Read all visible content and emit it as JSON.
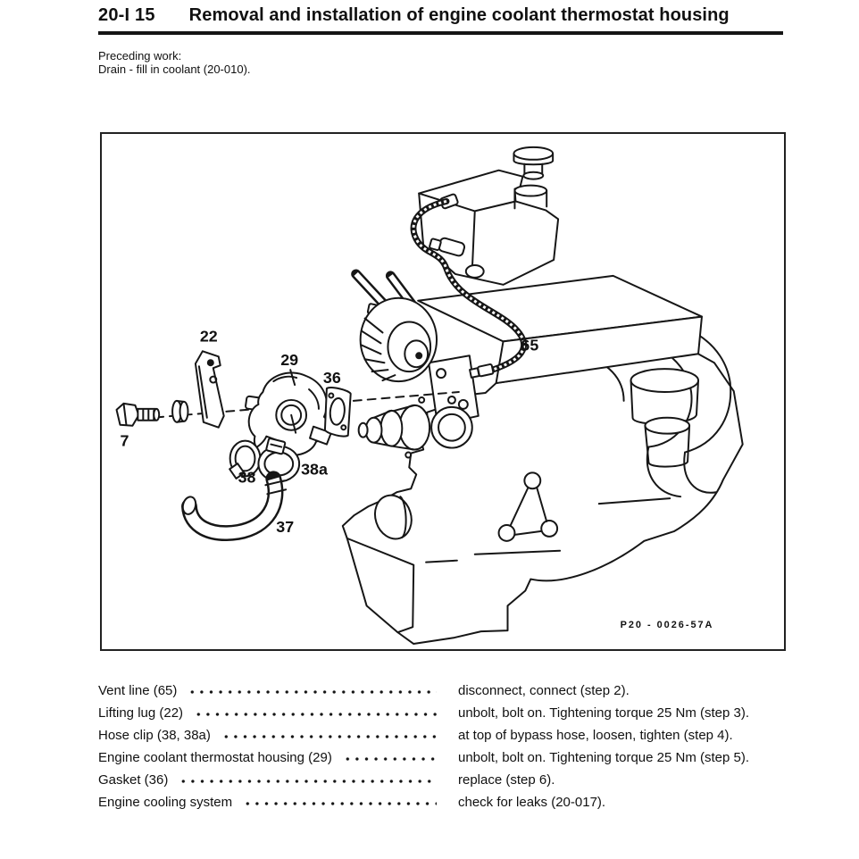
{
  "header": {
    "section_number": "20-I 15",
    "title": "Removal and installation of engine coolant thermostat housing"
  },
  "preceding_work": {
    "label": "Preceding work:",
    "item": "Drain - fill in coolant (20-010)."
  },
  "figure": {
    "caption": "P20 - 0026-57A",
    "labels": {
      "bolt": "7",
      "lifting_lug": "22",
      "thermostat_housing": "29",
      "gasket": "36",
      "hose_clip_1": "38",
      "hose_clip_2": "38a",
      "bypass_hose": "37",
      "vent_line": "65"
    }
  },
  "procedure": [
    {
      "part": "Vent line (65)",
      "action": "disconnect, connect (step 2)."
    },
    {
      "part": "Lifting lug (22)",
      "action": "unbolt, bolt on. Tightening torque 25 Nm (step 3)."
    },
    {
      "part": "Hose clip (38, 38a)",
      "action": "at top of bypass hose, loosen, tighten (step 4)."
    },
    {
      "part": "Engine coolant thermostat housing (29)",
      "action": "unbolt, bolt on. Tightening torque 25 Nm (step 5)."
    },
    {
      "part": "Gasket (36)",
      "action": "replace (step 6)."
    },
    {
      "part": "Engine cooling system",
      "action": "check for leaks (20-017)."
    }
  ]
}
